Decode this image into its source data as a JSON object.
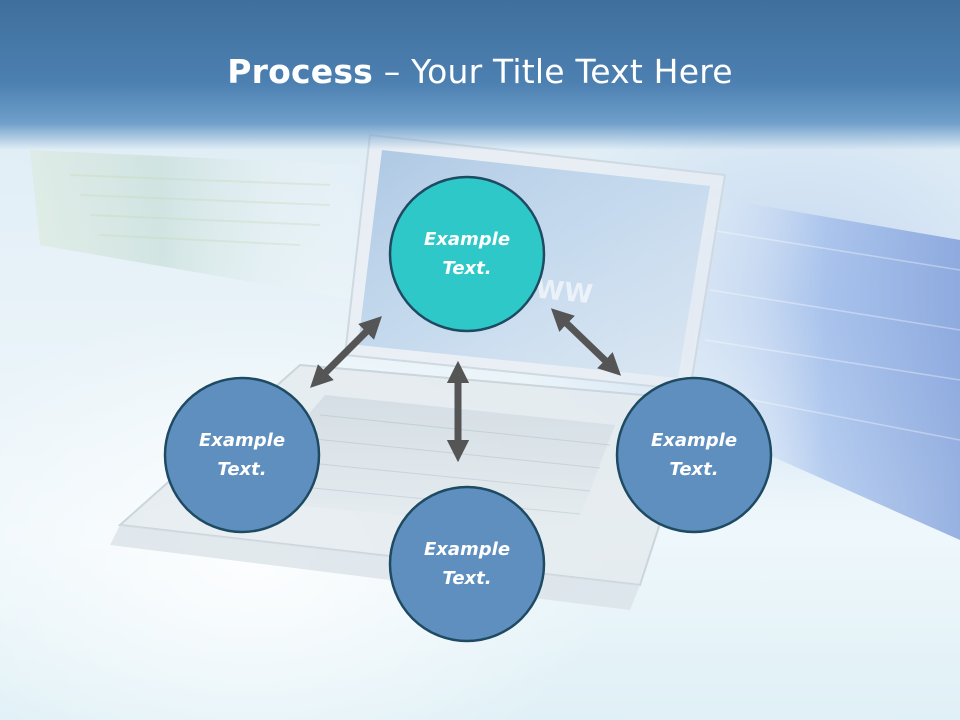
{
  "title": {
    "bold": "Process",
    "rest": " – Your Title Text Here"
  },
  "colors": {
    "center_node": "#2ec8c8",
    "outer_node": "#5f8fbf",
    "node_border": "#1e4a62",
    "arrow": "#555555"
  },
  "nodes": [
    {
      "id": "top",
      "line1": "Example",
      "line2": "Text."
    },
    {
      "id": "left",
      "line1": "Example",
      "line2": "Text."
    },
    {
      "id": "bottom",
      "line1": "Example",
      "line2": "Text."
    },
    {
      "id": "right",
      "line1": "Example",
      "line2": "Text."
    }
  ],
  "decor": {
    "screen_text": "WW"
  }
}
